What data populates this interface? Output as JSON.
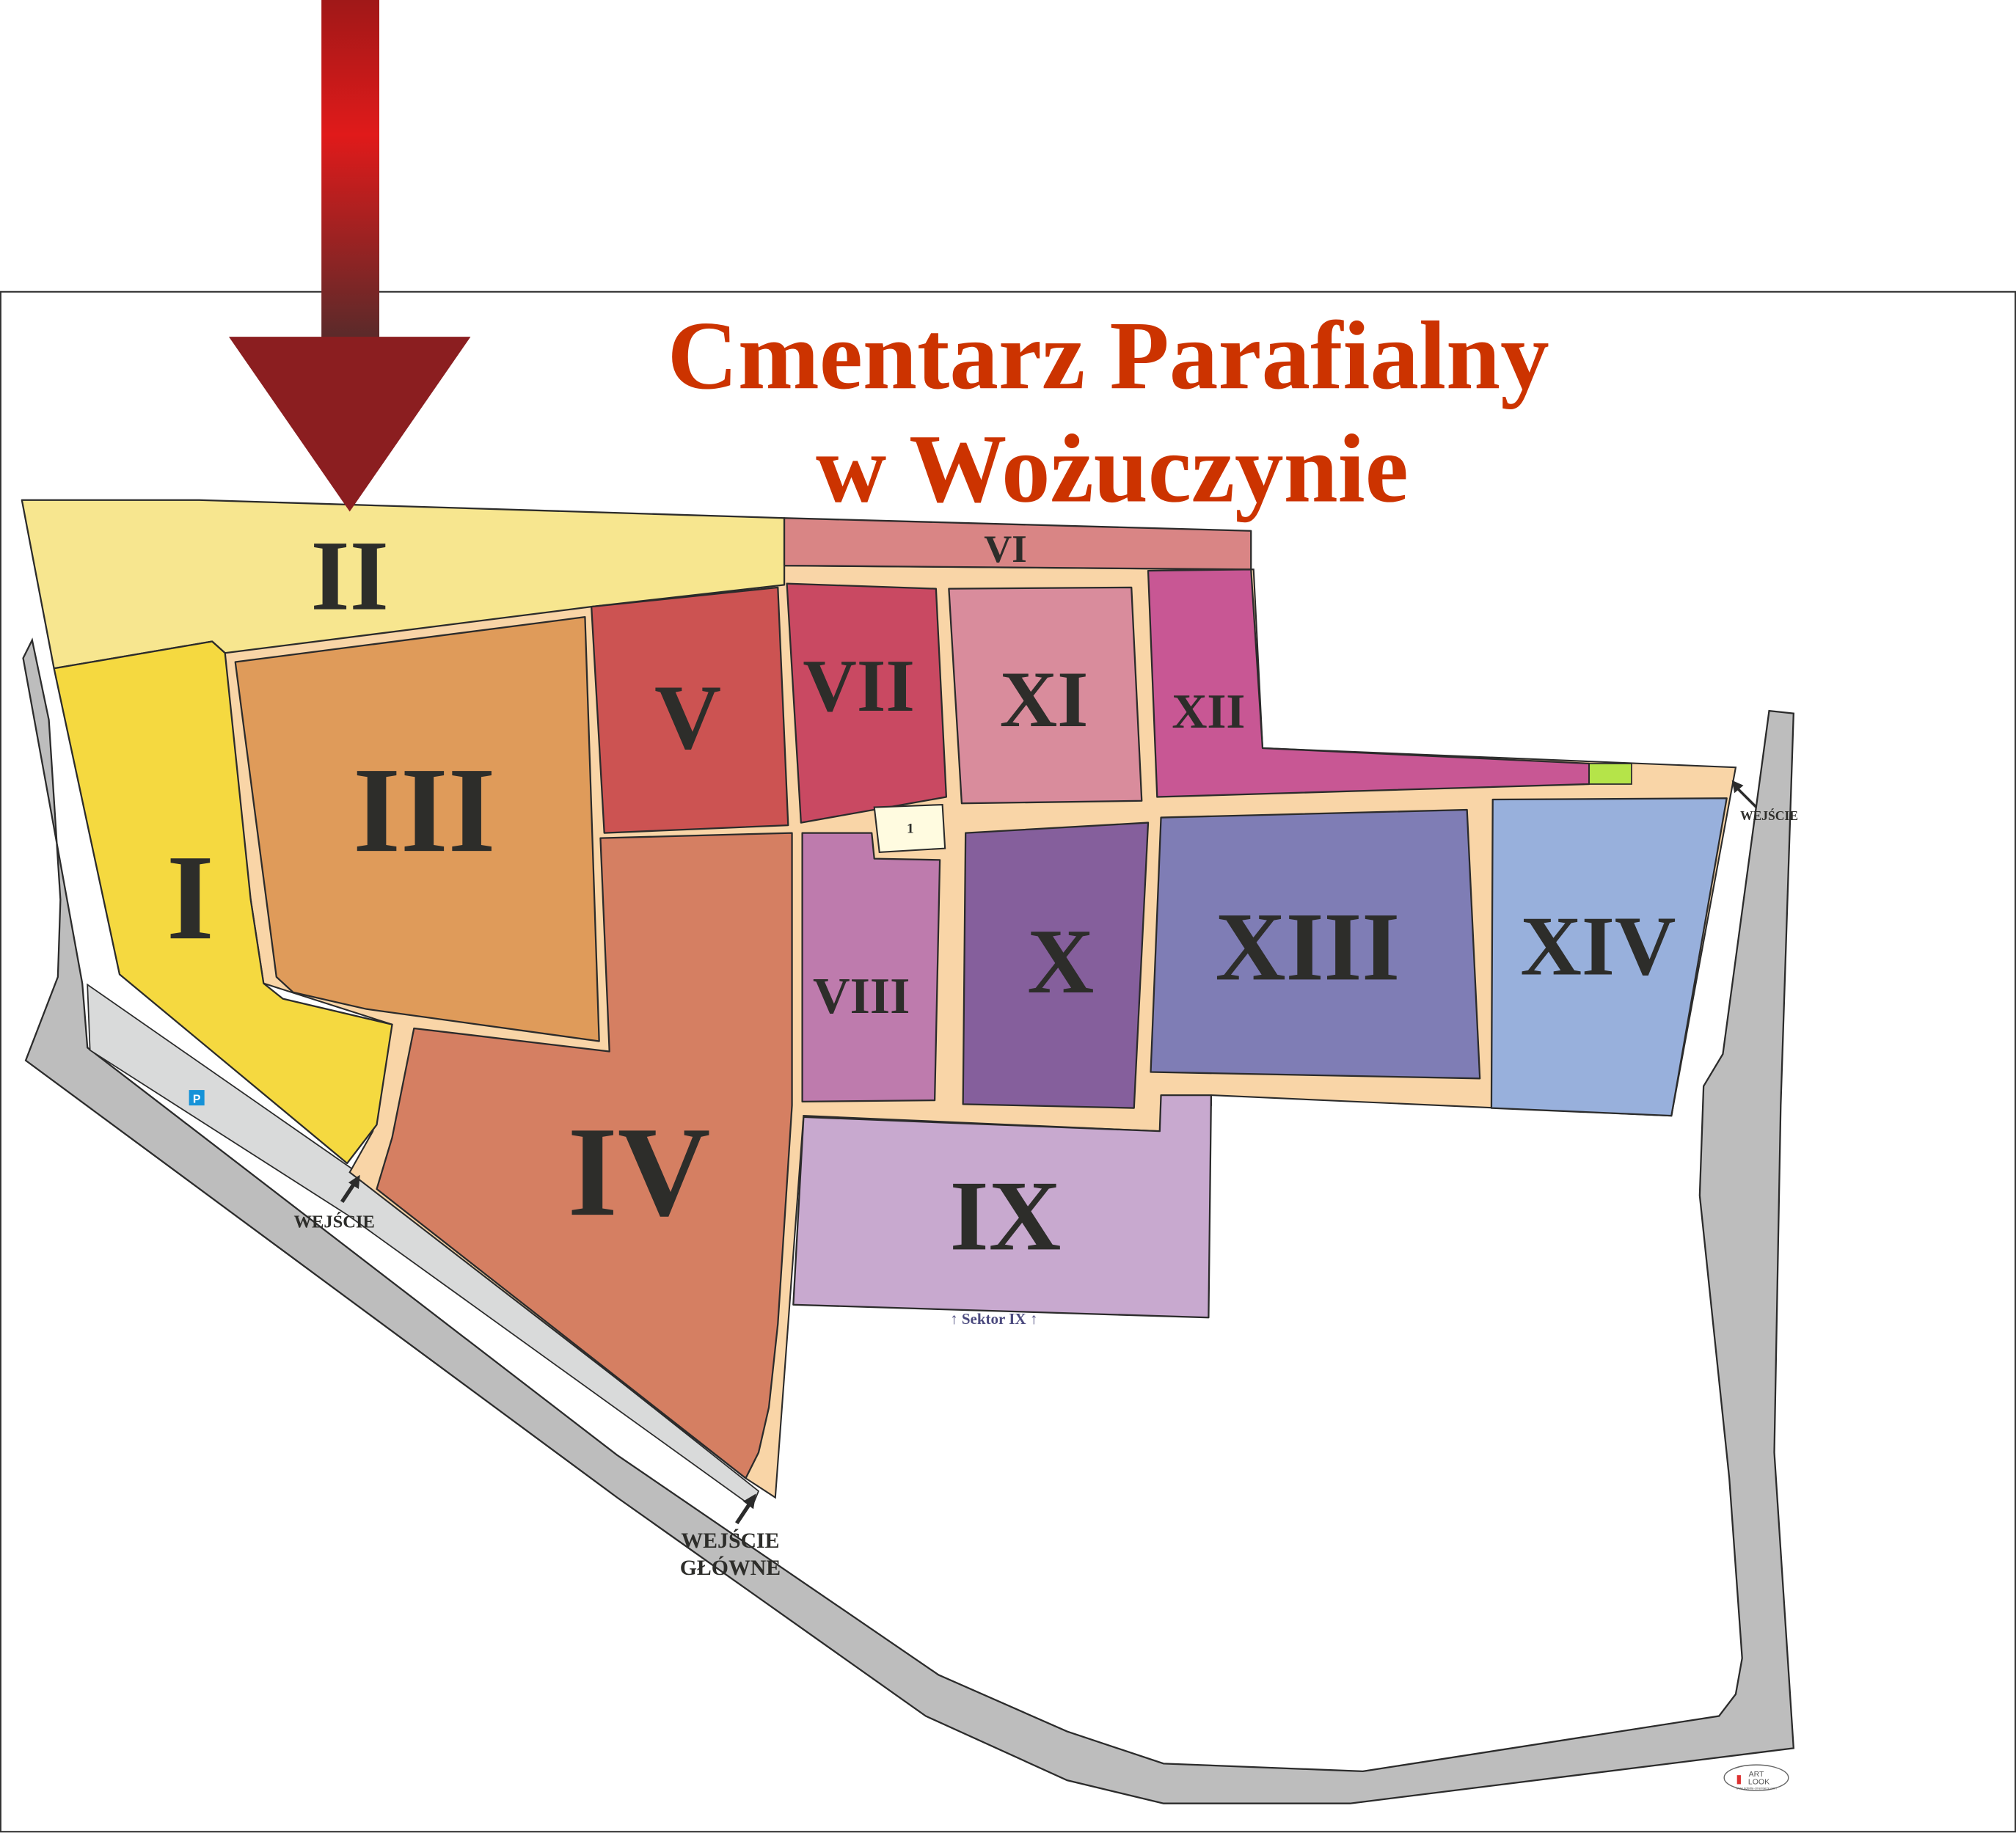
{
  "title": {
    "line1": "Cmentarz Parafialny",
    "line2": "w Wożuczynie",
    "color": "#cc3300"
  },
  "sectors": {
    "I": {
      "label": "I",
      "color": "#f5d940"
    },
    "II": {
      "label": "II",
      "color": "#f7e68f"
    },
    "III": {
      "label": "III",
      "color": "#df9b5a"
    },
    "IV": {
      "label": "IV",
      "color": "#d57f62"
    },
    "V": {
      "label": "V",
      "color": "#cc5352"
    },
    "VI": {
      "label": "VI",
      "color": "#d98585"
    },
    "VII": {
      "label": "VII",
      "color": "#c94962"
    },
    "VIII": {
      "label": "VIII",
      "color": "#be7bad"
    },
    "IX": {
      "label": "IX",
      "color": "#c8a9cf"
    },
    "X": {
      "label": "X",
      "color": "#855f9c"
    },
    "XI": {
      "label": "XI",
      "color": "#d98c9c"
    },
    "XII": {
      "label": "XII",
      "color": "#c85794"
    },
    "XIII": {
      "label": "XIII",
      "color": "#7f7db5"
    },
    "XIV": {
      "label": "XIV",
      "color": "#98b0dc"
    }
  },
  "marker_1": "1",
  "sector_ix_note": "↑ Sektor IX ↑",
  "entrances": {
    "west": "WEJŚCIE",
    "east": "WEJŚCIE",
    "main_line1": "WEJŚCIE",
    "main_line2": "GŁÓWNE"
  },
  "parking": "P",
  "logo": {
    "line1": "ART",
    "line2": "LOOK",
    "url": "www.polskie-cmentarze.com"
  },
  "colors": {
    "path": "#f9d5a7",
    "road": "#bdbdbd",
    "parking_strip": "#d9dada",
    "arrow": "#b0181a"
  }
}
